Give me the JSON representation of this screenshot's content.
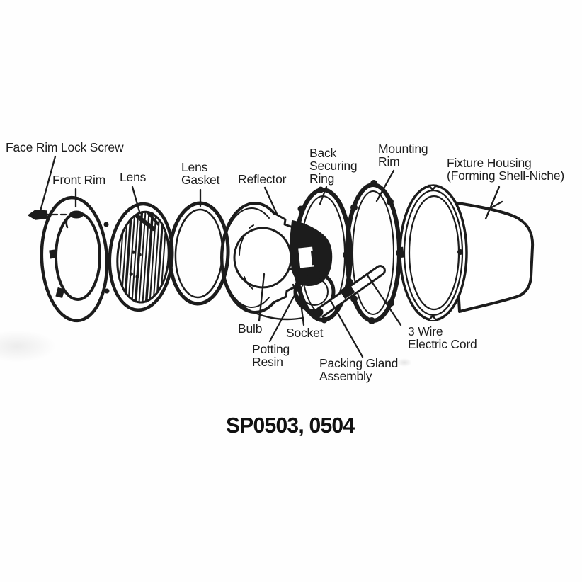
{
  "figure": {
    "title": "SP0503, 0504",
    "labels": {
      "face_rim_lock_screw": [
        "Face Rim Lock Screw"
      ],
      "front_rim": [
        "Front Rim"
      ],
      "lens": [
        "Lens"
      ],
      "lens_gasket": [
        "Lens",
        "Gasket"
      ],
      "reflector": [
        "Reflector"
      ],
      "back_securing_ring": [
        "Back",
        "Securing",
        "Ring"
      ],
      "mounting_rim": [
        "Mounting",
        "Rim"
      ],
      "fixture_housing": [
        "Fixture Housing",
        "(Forming Shell-Niche)"
      ],
      "bulb": [
        "Bulb"
      ],
      "socket": [
        "Socket"
      ],
      "potting_resin": [
        "Potting",
        "Resin"
      ],
      "packing_gland_assembly": [
        "Packing Gland",
        "Assembly"
      ],
      "three_wire_electric_cord": [
        "3 Wire",
        "Electric Cord"
      ]
    },
    "colors": {
      "ink": "#1c1c1c",
      "background": "#ffffff"
    }
  }
}
